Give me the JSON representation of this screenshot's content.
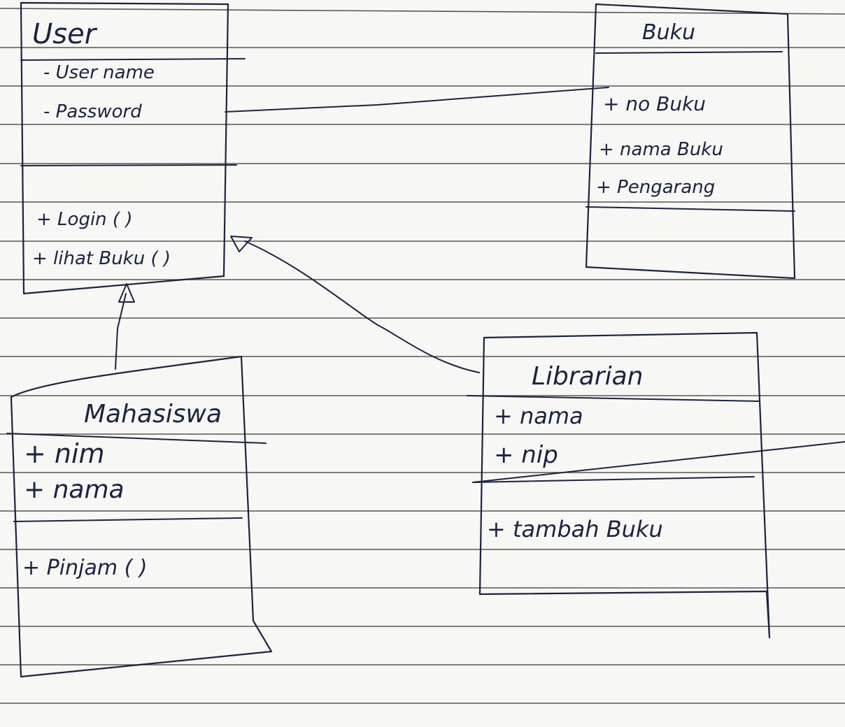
{
  "diagram": {
    "classes": {
      "user": {
        "name": "User",
        "attributes": [
          "- User name",
          "- Password"
        ],
        "methods": [
          "+ Login ( )",
          "+ lihat Buku ( )"
        ]
      },
      "buku": {
        "name": "Buku",
        "attributes": [
          "+ no Buku",
          "+ nama Buku",
          "+ Pengarang"
        ],
        "methods": []
      },
      "mahasiswa": {
        "name": "Mahasiswa",
        "attributes": [
          "+ nim",
          "+ nama"
        ],
        "methods": [
          "+ Pinjam ( )"
        ]
      },
      "librarian": {
        "name": "Librarian",
        "attributes": [
          "+ nama",
          "+ nip"
        ],
        "methods": [
          "+ tambah Buku"
        ]
      }
    },
    "relationships": [
      {
        "from": "user",
        "to": "buku",
        "type": "association"
      },
      {
        "from": "mahasiswa",
        "to": "user",
        "type": "generalization"
      },
      {
        "from": "librarian",
        "to": "user",
        "type": "generalization"
      }
    ],
    "colors": {
      "ink": "#1c2340",
      "paper": "#f7f7f5",
      "ruled_lines": "#3a3a3a"
    }
  }
}
